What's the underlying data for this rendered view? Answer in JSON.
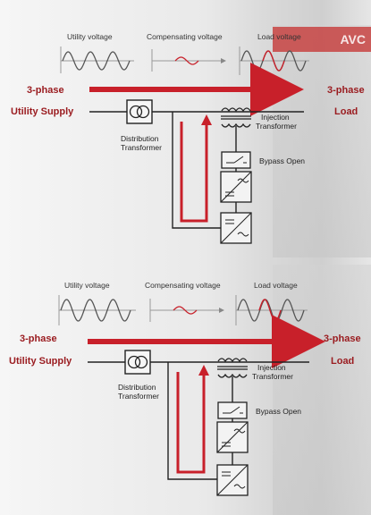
{
  "colors": {
    "accent_red": "#c8202a",
    "dark_red": "#9a1b1f",
    "line_dark": "#222222",
    "wave_gray": "#555555"
  },
  "cabinet_text": "AVC",
  "panels": [
    {
      "labels": {
        "utility_voltage": "Utility voltage",
        "compensating_voltage": "Compensating voltage",
        "load_voltage": "Load voltage",
        "three_phase_left": "3-phase",
        "utility_supply": "Utility Supply",
        "three_phase_right": "3-phase",
        "load": "Load",
        "injection_transformer_1": "Injection",
        "injection_transformer_2": "Transformer",
        "distribution_transformer_1": "Distribution",
        "distribution_transformer_2": "Transformer",
        "bypass_open": "Bypass Open"
      }
    },
    {
      "labels": {
        "utility_voltage": "Utility voltage",
        "compensating_voltage": "Compensating voltage",
        "load_voltage": "Load voltage",
        "three_phase_left": "3-phase",
        "utility_supply": "Utility Supply",
        "three_phase_right": "3-phase",
        "load": "Load",
        "injection_transformer_1": "Injection",
        "injection_transformer_2": "Transformer",
        "distribution_transformer_1": "Distribution",
        "distribution_transformer_2": "Transformer",
        "bypass_open": "Bypass Open"
      }
    }
  ]
}
